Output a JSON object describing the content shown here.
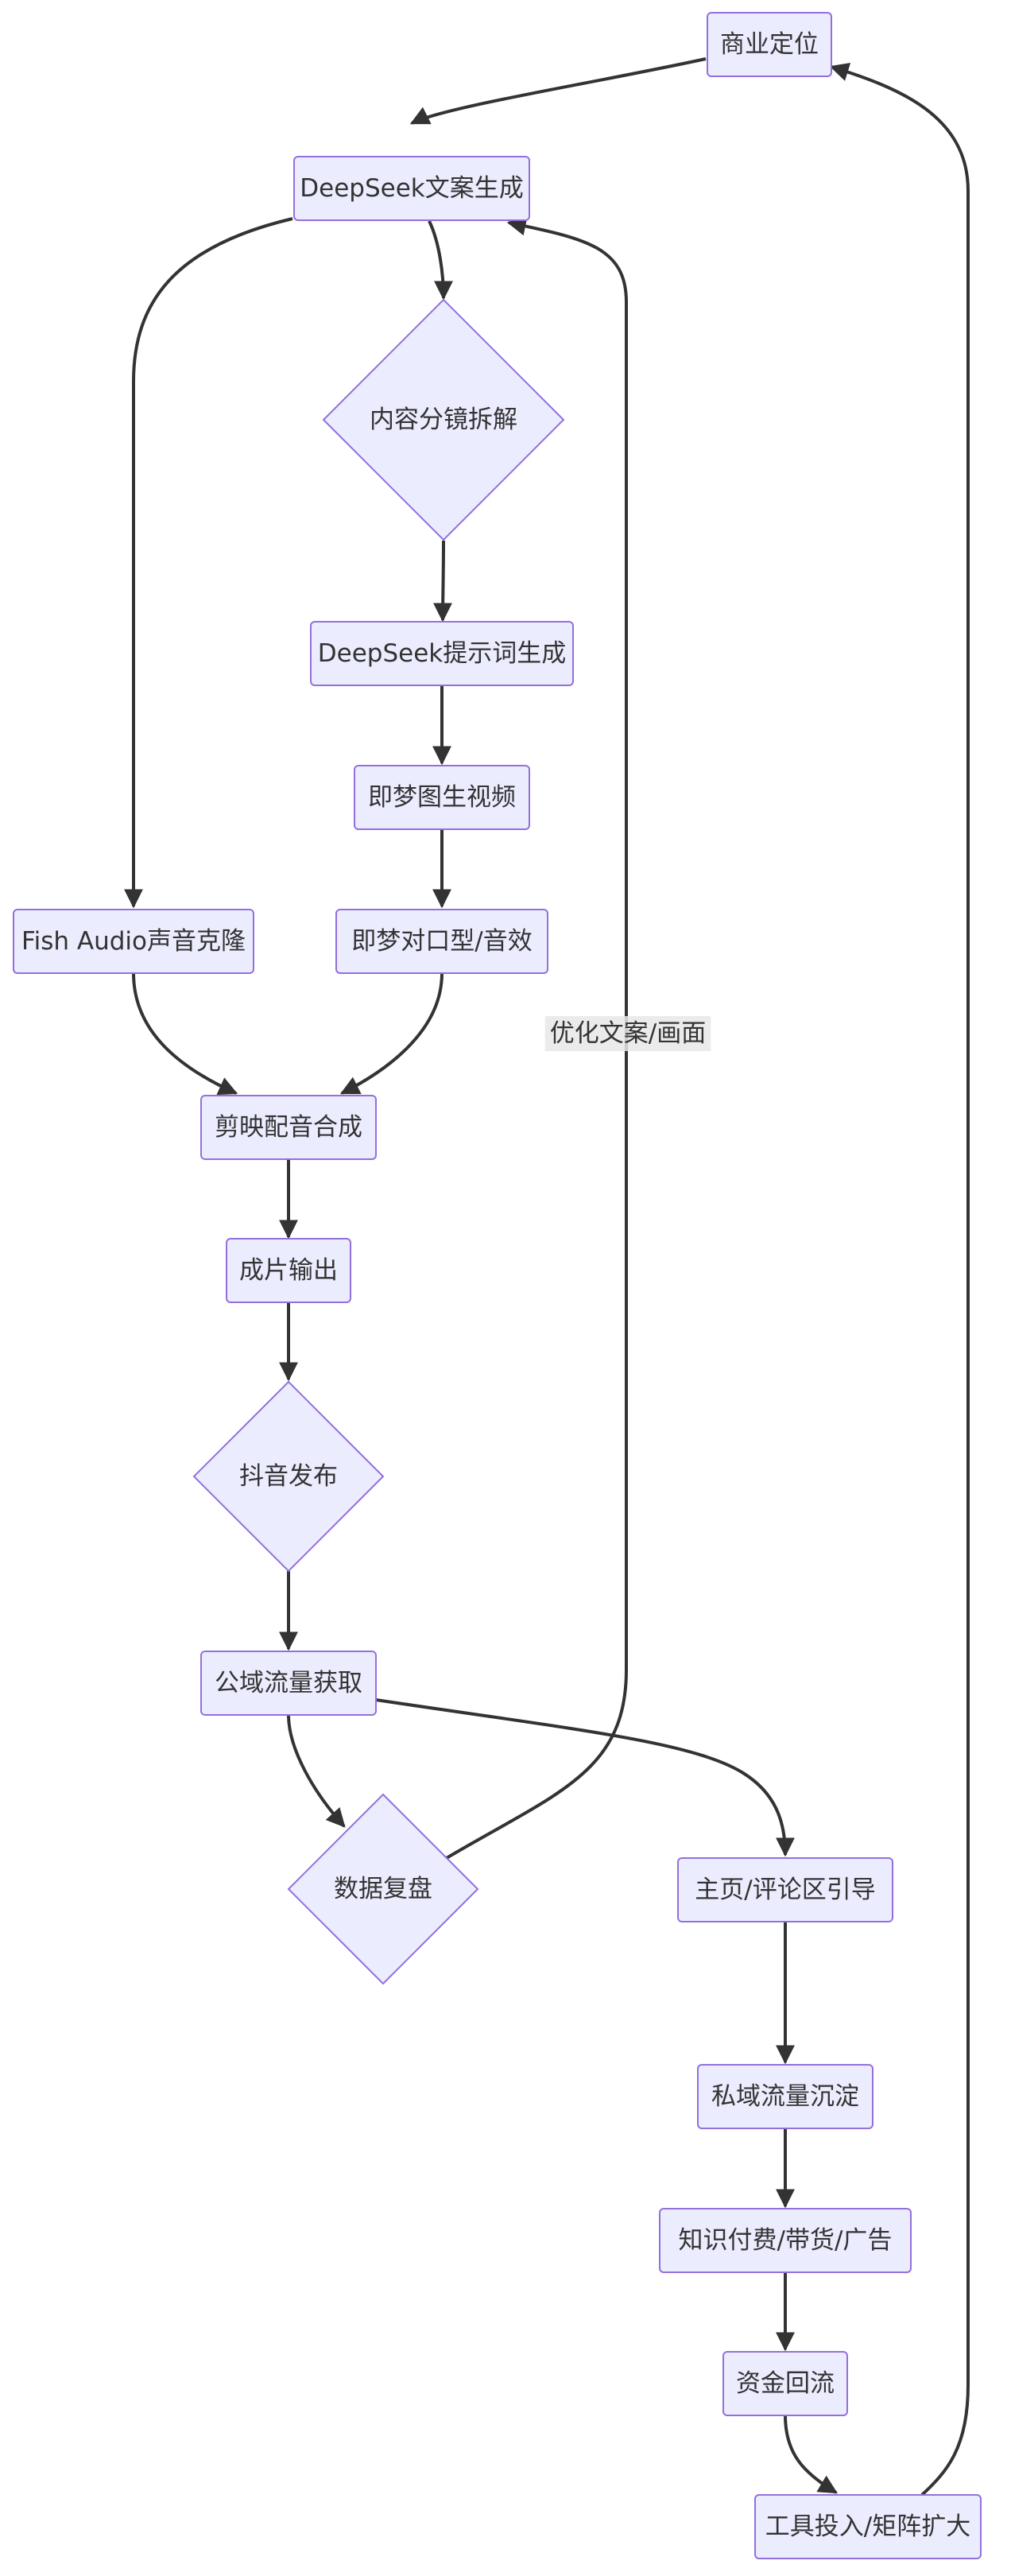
{
  "diagram": {
    "type": "flowchart",
    "colors": {
      "node_fill": "#ECECFF",
      "node_stroke": "#9370DB",
      "edge": "#333333",
      "text": "#333333",
      "edge_label_bg": "#e8e8e8"
    },
    "nodes": [
      {
        "id": "biz",
        "label": "商业定位",
        "shape": "rect"
      },
      {
        "id": "ds1",
        "label": "DeepSeek文案生成",
        "shape": "rect"
      },
      {
        "id": "split",
        "label": "内容分镜拆解",
        "shape": "diamond"
      },
      {
        "id": "ds2",
        "label": "DeepSeek提示词生成",
        "shape": "rect"
      },
      {
        "id": "jm1",
        "label": "即梦图生视频",
        "shape": "rect"
      },
      {
        "id": "fish",
        "label": "Fish Audio声音克隆",
        "shape": "rect"
      },
      {
        "id": "jm2",
        "label": "即梦对口型/音效",
        "shape": "rect"
      },
      {
        "id": "jy",
        "label": "剪映配音合成",
        "shape": "rect"
      },
      {
        "id": "out",
        "label": "成片输出",
        "shape": "rect"
      },
      {
        "id": "dy",
        "label": "抖音发布",
        "shape": "diamond"
      },
      {
        "id": "pub",
        "label": "公域流量获取",
        "shape": "rect"
      },
      {
        "id": "data",
        "label": "数据复盘",
        "shape": "diamond"
      },
      {
        "id": "home",
        "label": "主页/评论区引导",
        "shape": "rect"
      },
      {
        "id": "priv",
        "label": "私域流量沉淀",
        "shape": "rect"
      },
      {
        "id": "pay",
        "label": "知识付费/带货/广告",
        "shape": "rect"
      },
      {
        "id": "cash",
        "label": "资金回流",
        "shape": "rect"
      },
      {
        "id": "tools",
        "label": "工具投入/矩阵扩大",
        "shape": "rect"
      }
    ],
    "edges": [
      {
        "from": "biz",
        "to": "ds1"
      },
      {
        "from": "ds1",
        "to": "split"
      },
      {
        "from": "ds1",
        "to": "fish"
      },
      {
        "from": "split",
        "to": "ds2"
      },
      {
        "from": "ds2",
        "to": "jm1"
      },
      {
        "from": "jm1",
        "to": "jm2"
      },
      {
        "from": "fish",
        "to": "jy"
      },
      {
        "from": "jm2",
        "to": "jy"
      },
      {
        "from": "jy",
        "to": "out"
      },
      {
        "from": "out",
        "to": "dy"
      },
      {
        "from": "dy",
        "to": "pub"
      },
      {
        "from": "pub",
        "to": "data"
      },
      {
        "from": "pub",
        "to": "home"
      },
      {
        "from": "data",
        "to": "ds1",
        "label": "优化文案/画面"
      },
      {
        "from": "home",
        "to": "priv"
      },
      {
        "from": "priv",
        "to": "pay"
      },
      {
        "from": "pay",
        "to": "cash"
      },
      {
        "from": "cash",
        "to": "tools"
      },
      {
        "from": "tools",
        "to": "biz"
      }
    ]
  }
}
